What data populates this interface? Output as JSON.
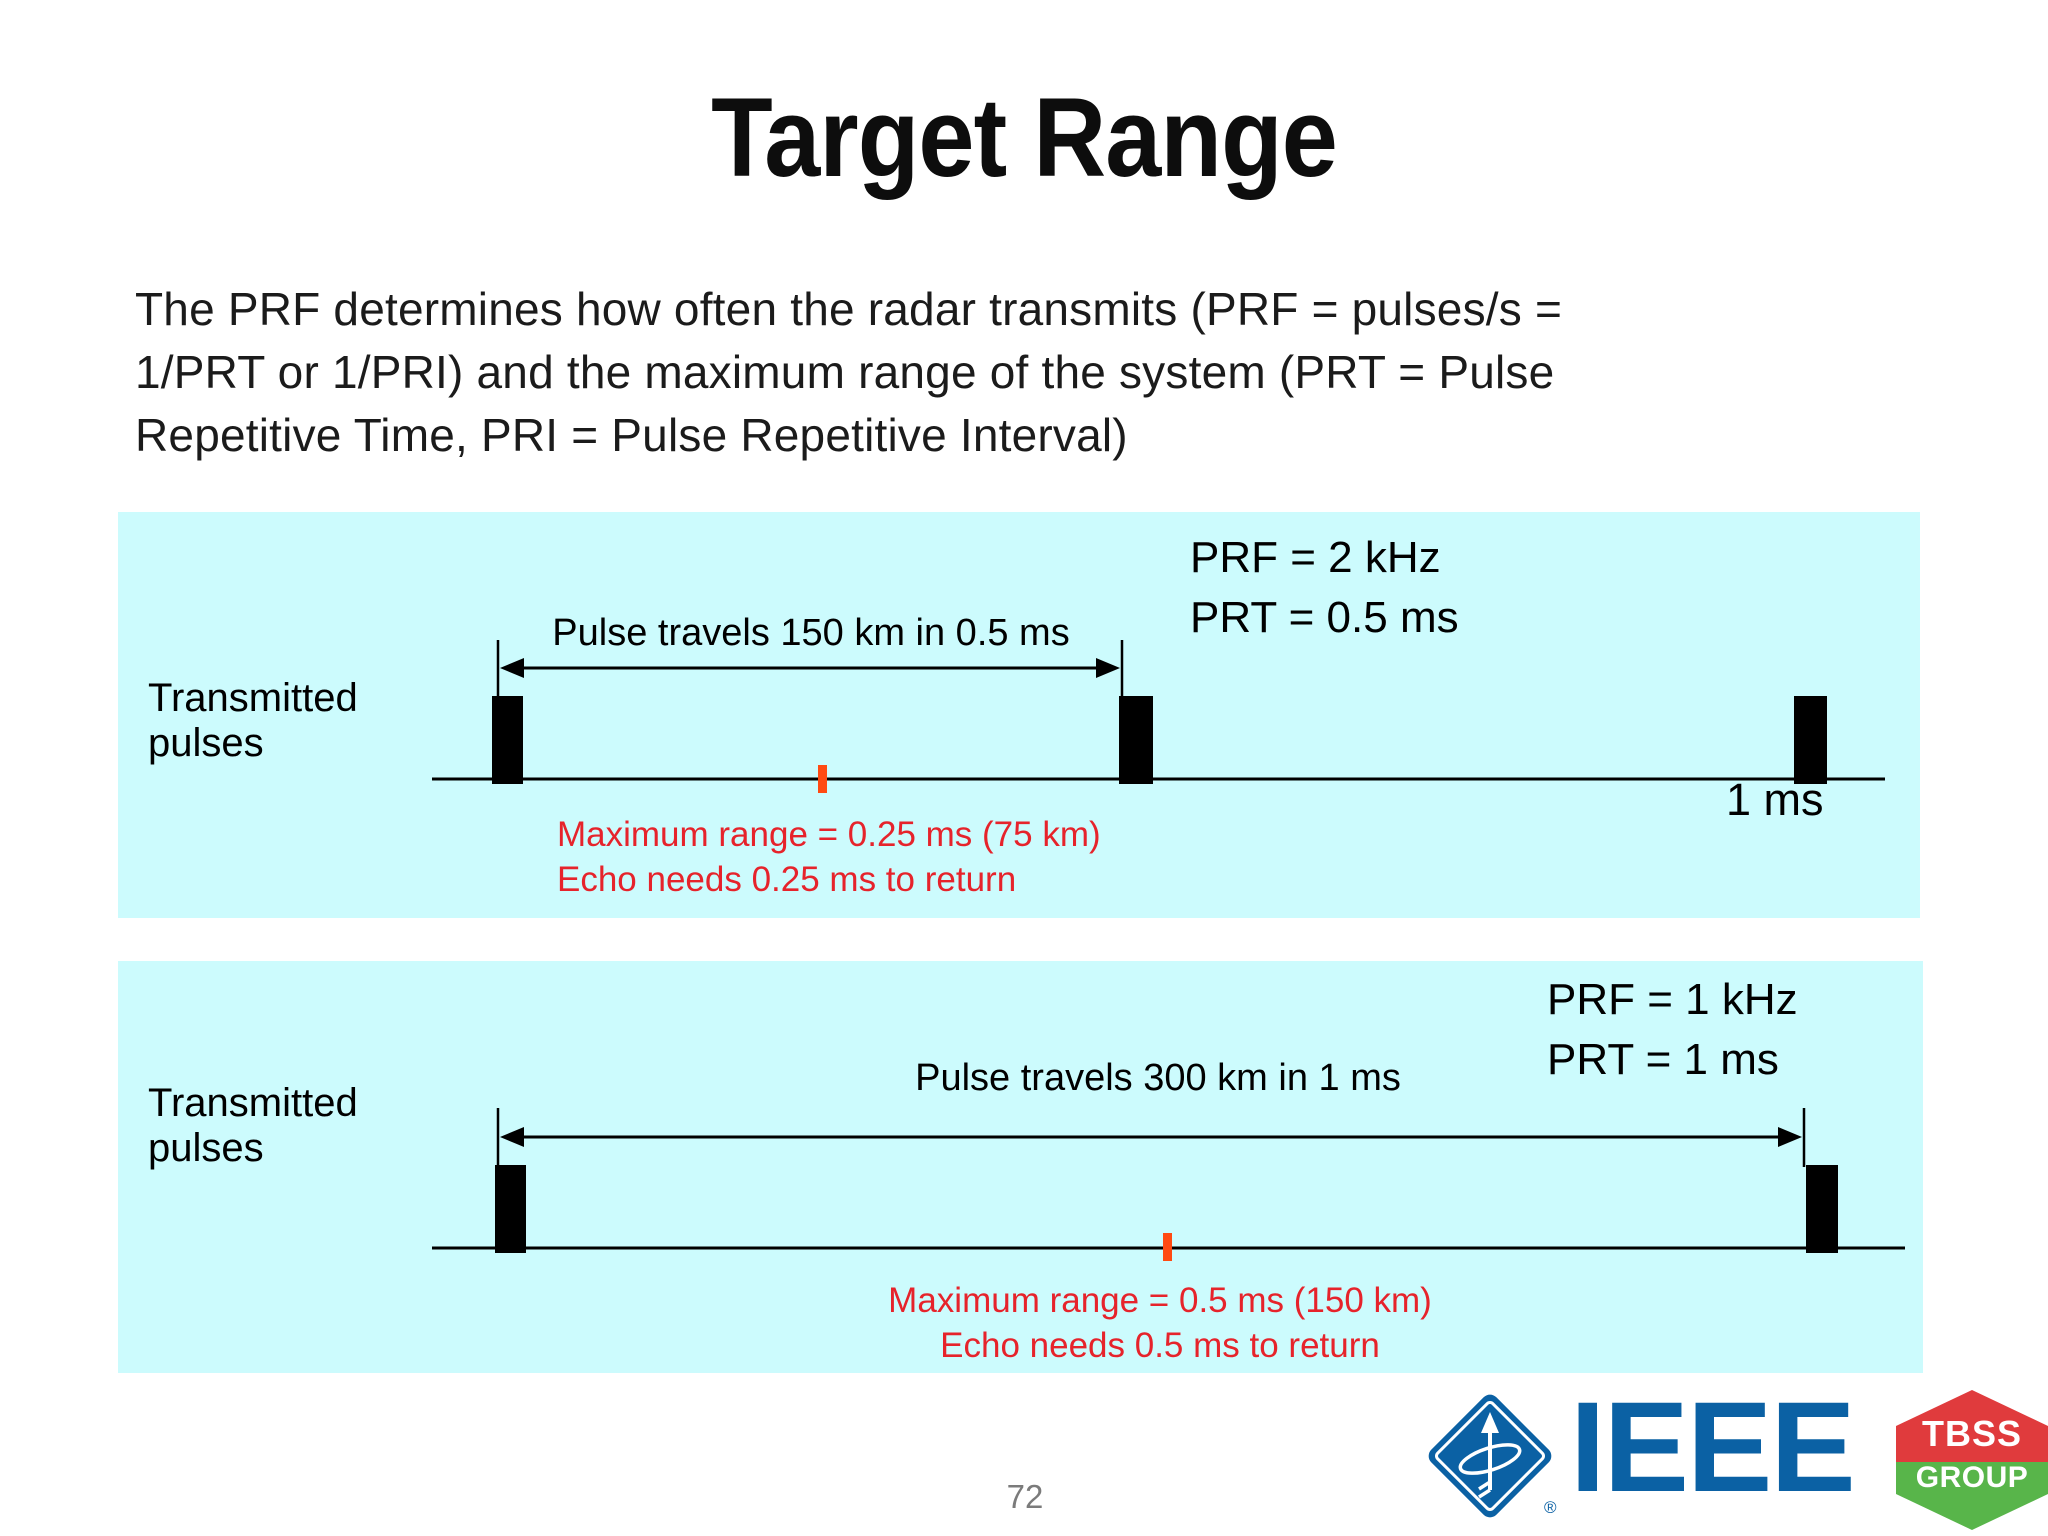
{
  "slide": {
    "title": "Target Range",
    "body_lines": [
      "The PRF determines how often the radar transmits (PRF = pulses/s =",
      "1/PRT or 1/PRI) and the maximum range of the system (PRT = Pulse",
      "Repetitive Time, PRI = Pulse Repetitive Interval)"
    ],
    "page_number": "72"
  },
  "panel1": {
    "prf_line1": "PRF = 2 kHz",
    "prf_line2": "PRT = 0.5 ms",
    "arrow_label": "Pulse travels 150 km in 0.5 ms",
    "left_label_line1": "Transmitted",
    "left_label_line2": "pulses",
    "axis_end_label": "1 ms",
    "note_line1": "Maximum range = 0.25 ms (75 km)",
    "note_line2": "Echo needs 0.25 ms to return"
  },
  "panel2": {
    "prf_line1": "PRF = 1 kHz",
    "prf_line2": "PRT = 1 ms",
    "arrow_label": "Pulse travels 300 km in 1 ms",
    "left_label_line1": "Transmitted",
    "left_label_line2": "pulses",
    "note_line1": "Maximum range = 0.5 ms (150 km)",
    "note_line2": "Echo needs 0.5 ms to return"
  },
  "footer": {
    "ieee_wordmark": "IEEE",
    "registered_mark": "®",
    "tbss_line1": "TBSS",
    "tbss_line2": "GROUP"
  },
  "colors": {
    "panel_background": "#CCFBFD",
    "note_red": "#E6232B",
    "range_marker_orange": "#FF4A12",
    "ieee_blue": "#0B61A4",
    "tbss_red": "#E03B3D",
    "tbss_green": "#58B54A",
    "page_number_gray": "#7B7B7B"
  }
}
